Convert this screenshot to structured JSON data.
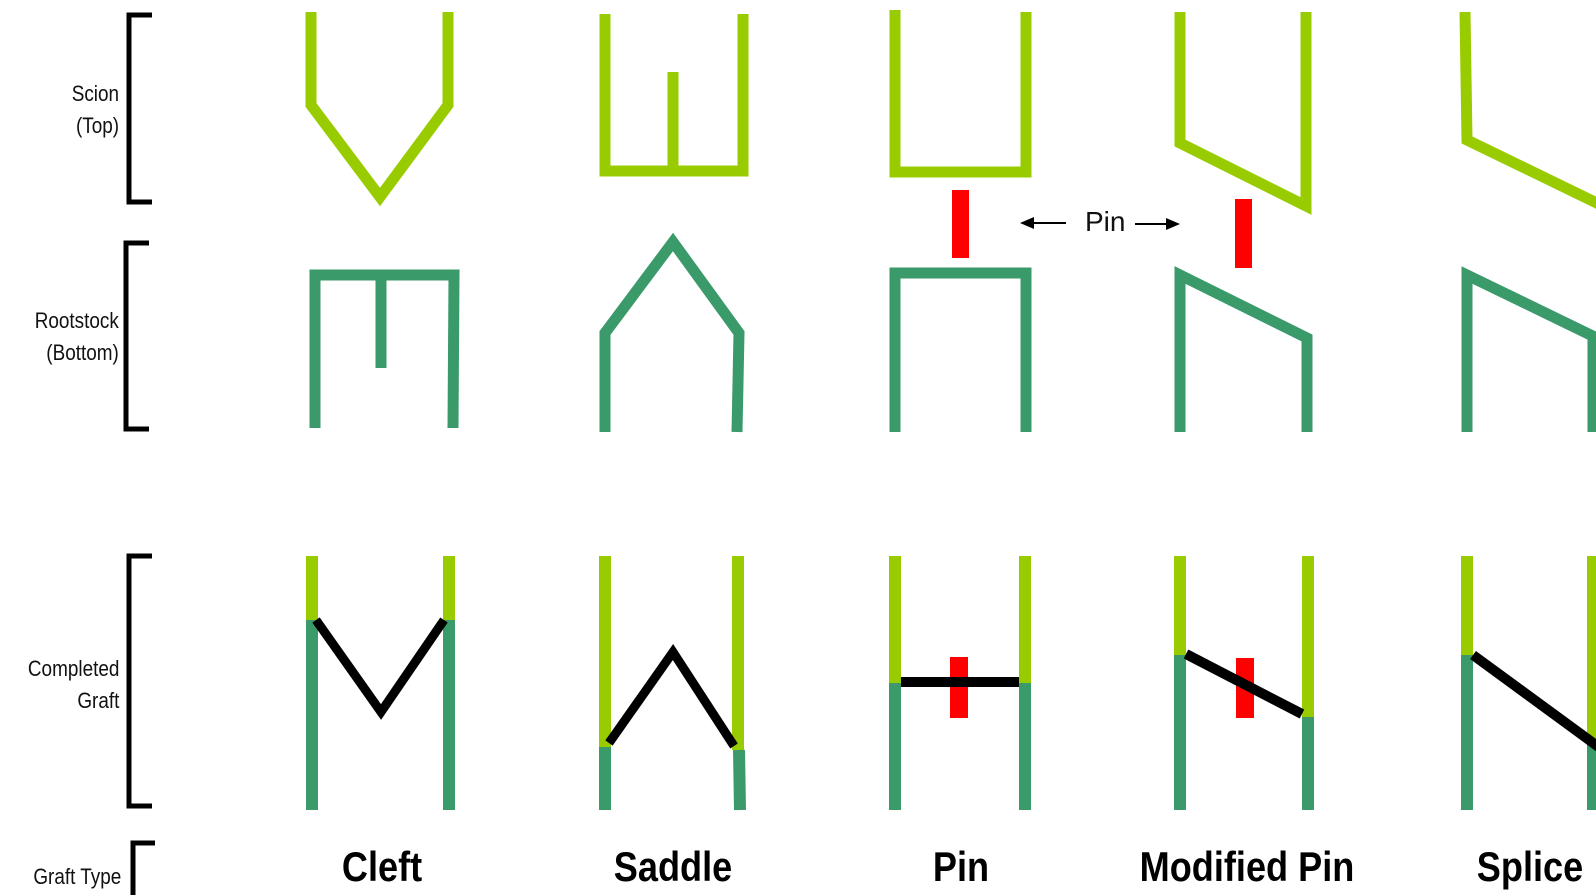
{
  "row_labels": {
    "scion": [
      "Scion",
      "(Top)"
    ],
    "rootstock": [
      "Rootstock",
      "(Bottom)"
    ],
    "completed": [
      "Completed",
      "Graft"
    ],
    "graft_type": "Graft Type"
  },
  "pin_callout": "Pin",
  "graft_types": [
    "Cleft",
    "Saddle",
    "Pin",
    "Modified Pin",
    "Splice"
  ],
  "colors": {
    "scion": "#99cc00",
    "rootstock": "#3a9a6a",
    "joint": "#000000",
    "pin": "#ff0000",
    "bracket": "#000000"
  }
}
